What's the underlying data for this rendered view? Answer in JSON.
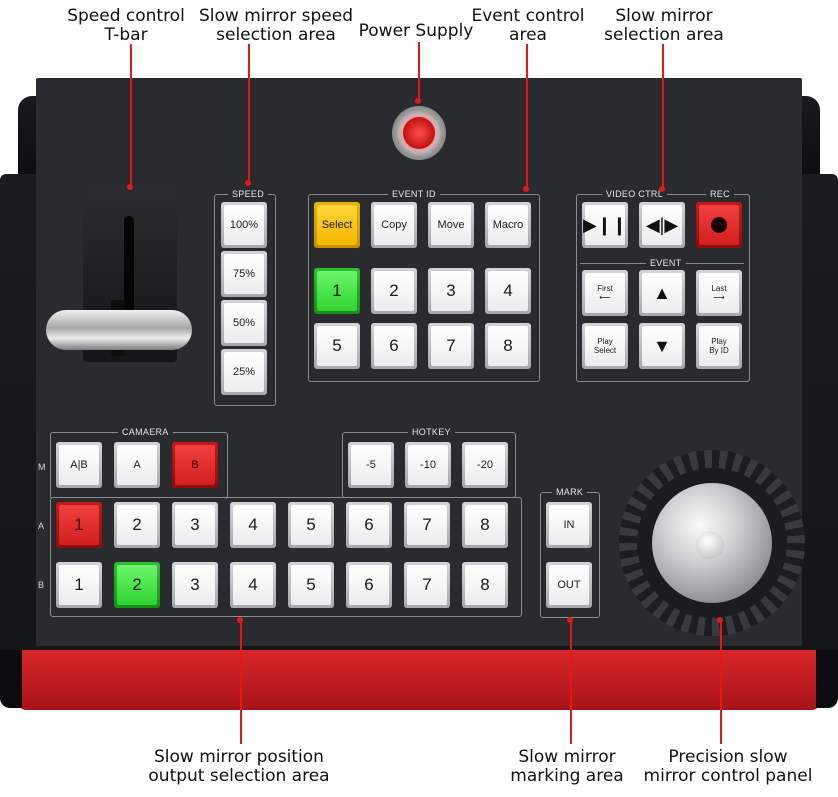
{
  "callouts": {
    "tbar": [
      "Speed control",
      "T-bar"
    ],
    "speed": [
      "Slow mirror speed",
      "selection area"
    ],
    "power": [
      "Power Supply"
    ],
    "event": [
      "Event control",
      "area"
    ],
    "mirror_sel": [
      "Slow mirror",
      "selection area"
    ],
    "position": [
      "Slow mirror position",
      "output selection area"
    ],
    "marking": [
      "Slow mirror",
      "marking area"
    ],
    "precision": [
      "Precision slow",
      "mirror control panel"
    ]
  },
  "groups": {
    "speed": "SPEED",
    "event_id": "EVENT ID",
    "video_ctrl": "VIDEO CTRL",
    "rec": "REC",
    "event": "EVENT",
    "camera": "CAMAERA",
    "hotkey": "HOTKEY",
    "mark": "MARK"
  },
  "row_labels": {
    "m": "M",
    "a": "A",
    "b": "B"
  },
  "speed_keys": [
    "100%",
    "75%",
    "50%",
    "25%"
  ],
  "event_id_keys": {
    "top": [
      "Select",
      "Copy",
      "Move",
      "Macro"
    ],
    "row1": [
      "1",
      "2",
      "3",
      "4"
    ],
    "row2": [
      "5",
      "6",
      "7",
      "8"
    ]
  },
  "event_keys": {
    "first": [
      "First",
      "⟵"
    ],
    "last": [
      "Last",
      "⟶"
    ],
    "play_select": [
      "Play",
      "Select"
    ],
    "play_by_id": [
      "Play",
      "By ID"
    ]
  },
  "camera_keys": [
    "A|B",
    "A",
    "B"
  ],
  "hotkey_keys": [
    "-5",
    "-10",
    "-20"
  ],
  "row_a": [
    "1",
    "2",
    "3",
    "4",
    "5",
    "6",
    "7",
    "8"
  ],
  "row_b": [
    "1",
    "2",
    "3",
    "4",
    "5",
    "6",
    "7",
    "8"
  ],
  "mark_keys": [
    "IN",
    "OUT"
  ],
  "colors": {
    "accent_red": "#e01a1a",
    "key_yellow": "#ffd43a",
    "key_green": "#2fd42f",
    "key_red": "#d21f1f"
  }
}
